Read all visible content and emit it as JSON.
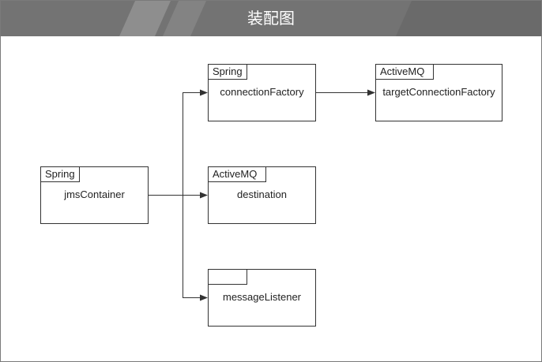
{
  "title": "装配图",
  "nodes": {
    "jms_container": {
      "tag": "Spring",
      "label": "jmsContainer"
    },
    "connection_factory": {
      "tag": "Spring",
      "label": "connectionFactory"
    },
    "target_connection_factory": {
      "tag": "ActiveMQ",
      "label": "targetConnectionFactory"
    },
    "destination": {
      "tag": "ActiveMQ",
      "label": "destination"
    },
    "message_listener": {
      "tag": "",
      "label": "messageListener"
    }
  }
}
